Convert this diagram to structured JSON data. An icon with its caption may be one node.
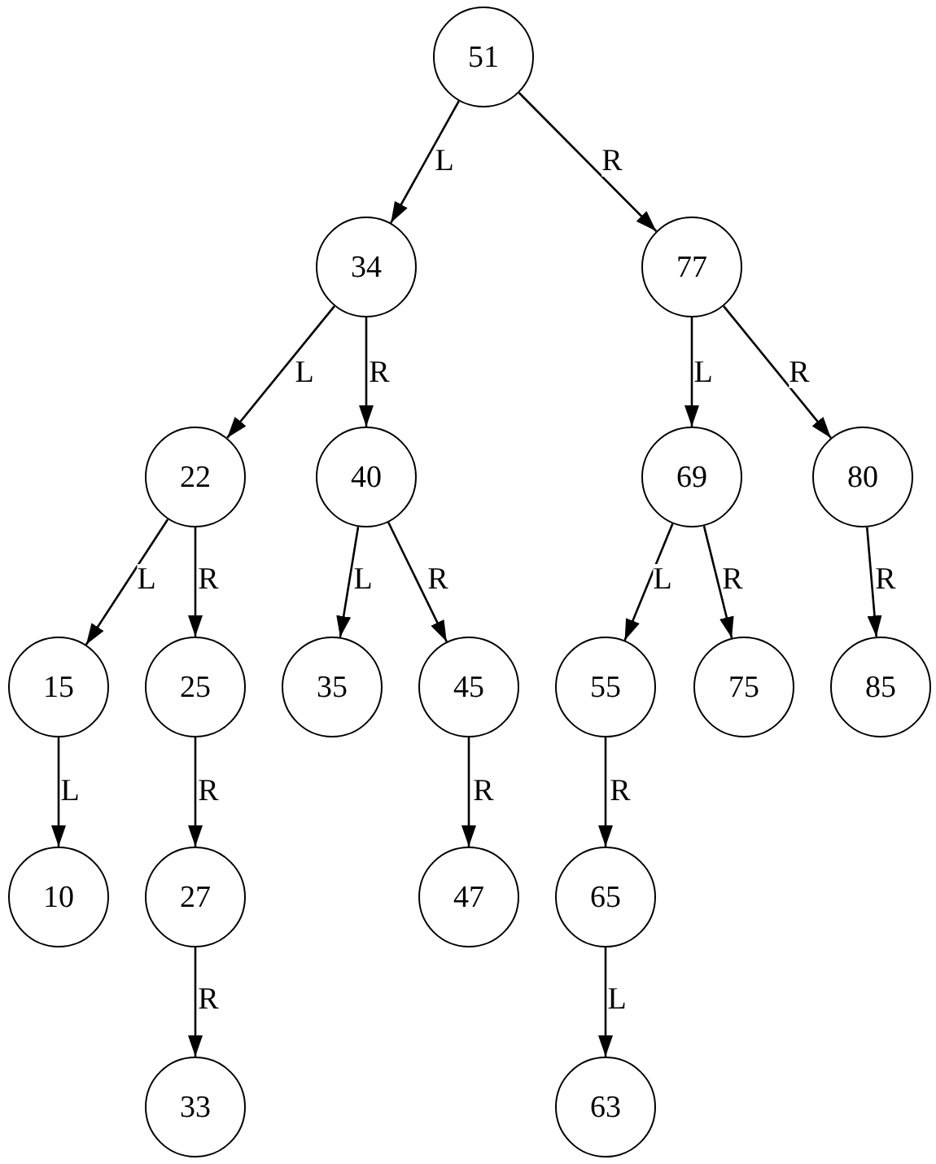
{
  "diagram": {
    "nodes": [
      {
        "text": [
          "51"
        ]
      },
      {
        "text": [
          "34"
        ]
      },
      {
        "text": [
          "77"
        ]
      },
      {
        "text": [
          "22"
        ]
      },
      {
        "text": [
          "40"
        ]
      },
      {
        "text": [
          "69"
        ]
      },
      {
        "text": [
          "80"
        ]
      },
      {
        "text": [
          "15"
        ]
      },
      {
        "text": [
          "25"
        ]
      },
      {
        "text": [
          "35"
        ]
      },
      {
        "text": [
          "45"
        ]
      },
      {
        "text": [
          "55"
        ]
      },
      {
        "text": [
          "75"
        ]
      },
      {
        "text": [
          "85"
        ]
      },
      {
        "text": [
          "10"
        ]
      },
      {
        "text": [
          "27"
        ]
      },
      {
        "text": [
          "47"
        ]
      },
      {
        "text": [
          "65"
        ]
      },
      {
        "text": [
          "33"
        ]
      },
      {
        "text": [
          "63"
        ]
      }
    ],
    "edges": [
      {
        "from": 0,
        "to": 1,
        "arrow": "to",
        "label": "L"
      },
      {
        "from": 0,
        "to": 2,
        "arrow": "to",
        "label": "R"
      },
      {
        "from": 1,
        "to": 3,
        "arrow": "to",
        "label": "L"
      },
      {
        "from": 1,
        "to": 4,
        "arrow": "to",
        "label": "R"
      },
      {
        "from": 2,
        "to": 5,
        "arrow": "to",
        "label": "L"
      },
      {
        "from": 2,
        "to": 6,
        "arrow": "to",
        "label": "R"
      },
      {
        "from": 3,
        "to": 7,
        "arrow": "to",
        "label": "L"
      },
      {
        "from": 3,
        "to": 8,
        "arrow": "to",
        "label": "R"
      },
      {
        "from": 4,
        "to": 9,
        "arrow": "to",
        "label": "L"
      },
      {
        "from": 4,
        "to": 10,
        "arrow": "to",
        "label": "R"
      },
      {
        "from": 5,
        "to": 11,
        "arrow": "to",
        "label": "L"
      },
      {
        "from": 5,
        "to": 12,
        "arrow": "to",
        "label": "R"
      },
      {
        "from": 6,
        "to": 13,
        "arrow": "to",
        "label": "R"
      },
      {
        "from": 7,
        "to": 14,
        "arrow": "to",
        "label": "L"
      },
      {
        "from": 8,
        "to": 15,
        "arrow": "to",
        "label": "R"
      },
      {
        "from": 10,
        "to": 16,
        "arrow": "to",
        "label": "R"
      },
      {
        "from": 11,
        "to": 17,
        "arrow": "to",
        "label": "R"
      },
      {
        "from": 15,
        "to": 18,
        "arrow": "to",
        "label": "R"
      },
      {
        "from": 17,
        "to": 19,
        "arrow": "to",
        "label": "L"
      }
    ]
  }
}
